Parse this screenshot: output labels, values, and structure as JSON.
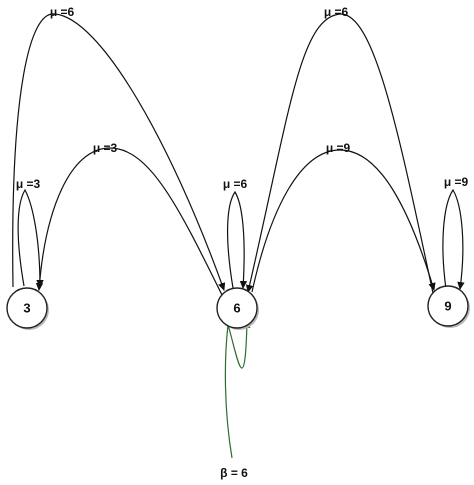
{
  "colors": {
    "background": "#ffffff",
    "edge": "#111111",
    "special_edge": "#2e6b2e",
    "node_fill": "#ffffff",
    "node_stroke": "#222222",
    "node_shadow": "#b8b8b8",
    "text": "#111111"
  },
  "nodes": [
    {
      "id": "n3",
      "label": "3"
    },
    {
      "id": "n6",
      "label": "6"
    },
    {
      "id": "n9",
      "label": "9"
    }
  ],
  "edges": [
    {
      "id": "e-3-3",
      "from": "n3",
      "to": "n3",
      "label": "μ =3",
      "kind": "loop"
    },
    {
      "id": "e-3-6",
      "from": "n3",
      "to": "n6",
      "label": "μ =6",
      "kind": "arc"
    },
    {
      "id": "e-6-3",
      "from": "n6",
      "to": "n3",
      "label": "μ =3",
      "kind": "arc"
    },
    {
      "id": "e-6-6",
      "from": "n6",
      "to": "n6",
      "label": "μ =6",
      "kind": "loop"
    },
    {
      "id": "e-6-9",
      "from": "n6",
      "to": "n9",
      "label": "μ =9",
      "kind": "arc"
    },
    {
      "id": "e-9-6",
      "from": "n9",
      "to": "n6",
      "label": "μ =6",
      "kind": "arc"
    },
    {
      "id": "e-9-9",
      "from": "n9",
      "to": "n9",
      "label": "μ =9",
      "kind": "loop"
    },
    {
      "id": "e-beta-6",
      "from": "",
      "to": "n6",
      "label": "β = 6",
      "kind": "arrival"
    }
  ]
}
